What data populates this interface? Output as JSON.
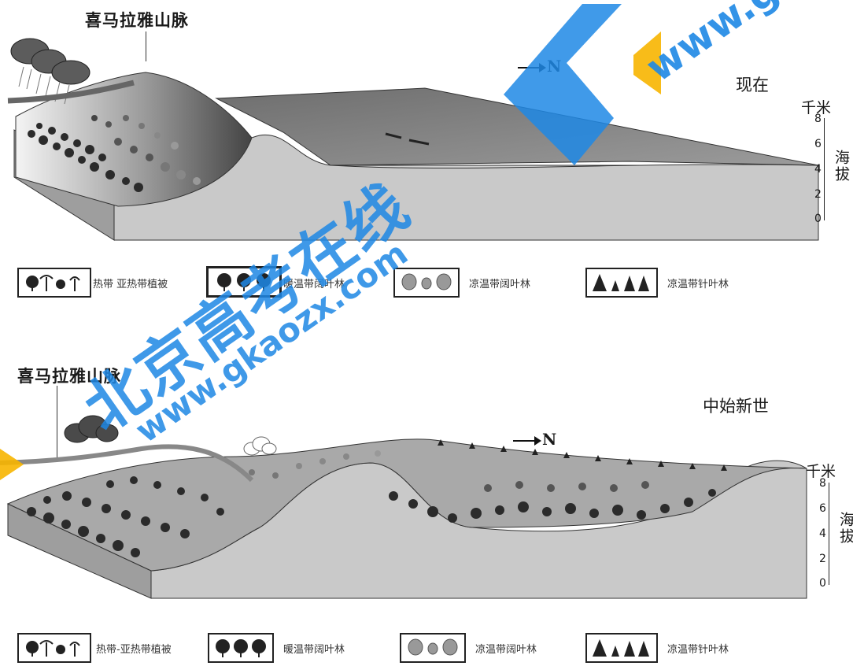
{
  "top": {
    "mountain_label": "喜马拉雅山脉",
    "era_label": "现在",
    "north_label": "N",
    "altitude": {
      "unit": "千米",
      "label": "海拔",
      "ticks": [
        "8",
        "6",
        "4",
        "2",
        "0"
      ]
    },
    "legend": [
      {
        "label": "热带  亚热带植被",
        "icon": "tropical-vegetation-icon"
      },
      {
        "label": "暖温带阔叶林",
        "icon": "warm-broadleaf-icon"
      },
      {
        "label": "凉温带阔叶林",
        "icon": "cool-broadleaf-icon"
      },
      {
        "label": "凉温带针叶林",
        "icon": "cool-conifer-icon"
      }
    ]
  },
  "bottom": {
    "mountain_label": "喜马拉雅山脉",
    "era_label": "中始新世",
    "north_label": "N",
    "altitude": {
      "unit": "千米",
      "label": "海拔",
      "ticks": [
        "8",
        "6",
        "4",
        "2",
        "0"
      ]
    },
    "legend": [
      {
        "label": "热带-亚热带植被",
        "icon": "tropical-vegetation-icon"
      },
      {
        "label": "暖温带阔叶林",
        "icon": "warm-broadleaf-icon"
      },
      {
        "label": "凉温带阔叶林",
        "icon": "cool-broadleaf-icon"
      },
      {
        "label": "凉温带针叶林",
        "icon": "cool-conifer-icon"
      }
    ]
  },
  "watermarks": {
    "brand": "北京高考在线",
    "url": "www.gkaozx.com",
    "url_top": "www.g"
  },
  "colors": {
    "watermark_blue": "#1e88e5",
    "watermark_yellow": "#f7b500",
    "terrain_grey": "#c9c9c9",
    "forest_dark": "#2b2b2b"
  }
}
